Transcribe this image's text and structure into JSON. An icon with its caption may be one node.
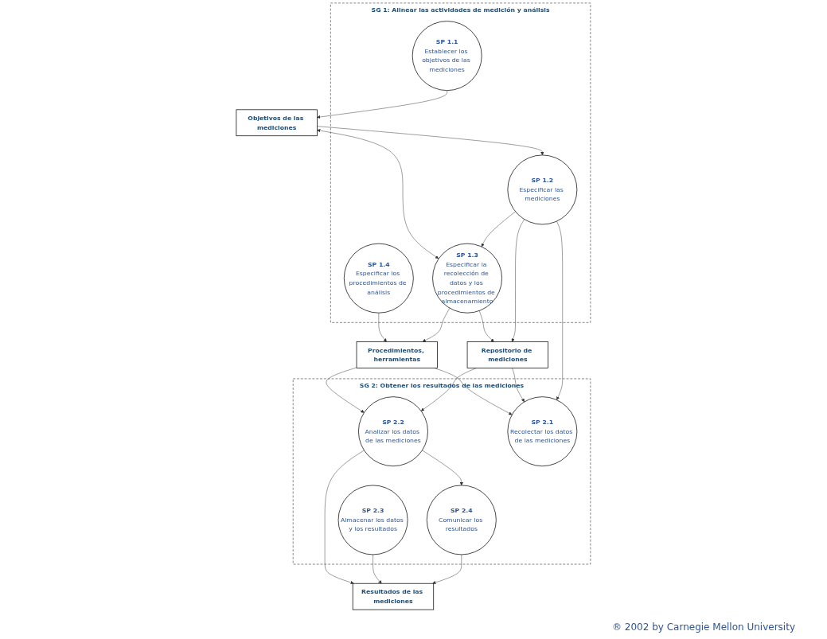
{
  "diagram": {
    "nodes": [
      {
        "text": [
          "SG 1: Alinear las actividades de medición y análisis"
        ]
      },
      {
        "text": [
          "SP 1.1",
          "Establecer los objetivos de las mediciones"
        ],
        "in": 0
      },
      {
        "text": [
          "SP 1.2",
          "Especificar las mediciones"
        ],
        "in": 0
      },
      {
        "text": [
          "SP 1.3",
          "Especificar la recolección de datos y los procedimientos de almacenamiento"
        ],
        "in": 0
      },
      {
        "text": [
          "SP 1.4",
          "Especificar los procedimientos de análisis"
        ],
        "in": 0
      },
      {
        "text": [
          "Objetivos de las mediciones"
        ]
      },
      {
        "text": [
          "Resultados de las mediciones"
        ]
      },
      {
        "text": [
          "Repositorio de mediciones"
        ]
      },
      {
        "text": [
          "Procedimientos, herramientas"
        ]
      },
      {
        "text": [
          "SG 2: Obtener los resultados de las mediciones"
        ]
      },
      {
        "text": [
          "SP 2.4",
          "Comunicar los resultados"
        ],
        "in": 9
      },
      {
        "text": [
          "SP 2.3",
          "Almacenar los datos y los resultados"
        ],
        "in": 9
      },
      {
        "text": [
          "SP 2.2",
          "Analizar los datos de las mediciones"
        ],
        "in": 9
      },
      {
        "text": [
          "SP 2.1",
          "Recolectar los datos de las mediciones"
        ],
        "in": 9
      }
    ],
    "edges": [
      {
        "from": 1,
        "to": 5,
        "arrow": "to"
      },
      {
        "from": 5,
        "to": 2,
        "arrow": "to"
      },
      {
        "from": 3,
        "to": 5,
        "arrow": "both"
      },
      {
        "from": 2,
        "to": 3,
        "arrow": "to"
      },
      {
        "from": 2,
        "to": 7,
        "arrow": "to"
      },
      {
        "from": 2,
        "to": 13,
        "arrow": "to"
      },
      {
        "from": 3,
        "to": 7,
        "arrow": "to"
      },
      {
        "from": 3,
        "to": 8,
        "arrow": "to"
      },
      {
        "from": 4,
        "to": 8,
        "arrow": "to"
      },
      {
        "from": 7,
        "to": 12,
        "arrow": "to"
      },
      {
        "from": 7,
        "to": 13,
        "arrow": "to"
      },
      {
        "from": 8,
        "to": 12,
        "arrow": "to"
      },
      {
        "from": 8,
        "to": 13,
        "arrow": "to"
      },
      {
        "from": 10,
        "to": 6,
        "arrow": "to"
      },
      {
        "from": 11,
        "to": 6,
        "arrow": "to"
      },
      {
        "from": 12,
        "to": 6,
        "arrow": "to"
      },
      {
        "from": 12,
        "to": 10,
        "arrow": "to"
      }
    ],
    "labels": [
      "® 2002 by Carnegie Mellon University"
    ]
  }
}
